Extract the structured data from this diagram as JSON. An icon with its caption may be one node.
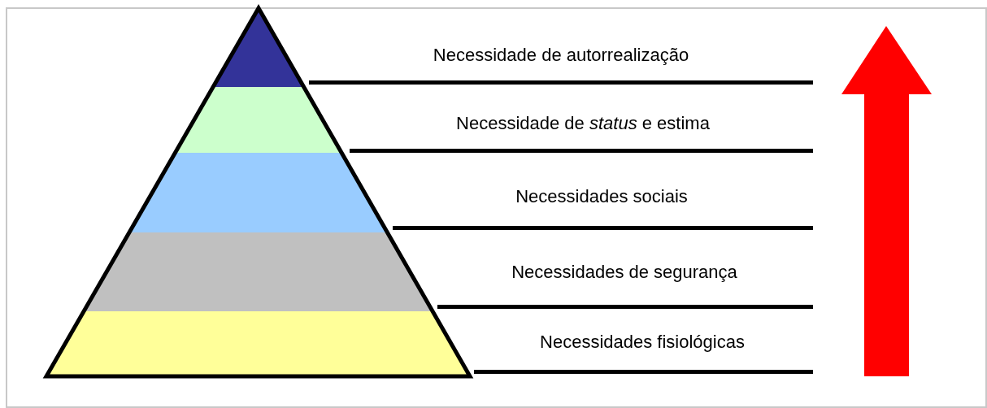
{
  "diagram": {
    "labels": [
      "Necessidade de autorrealização",
      "Necessidade de *status* e estima",
      "Necessidades sociais",
      "Necessidades de segurança",
      "Necessidades fisiológicas"
    ]
  }
}
